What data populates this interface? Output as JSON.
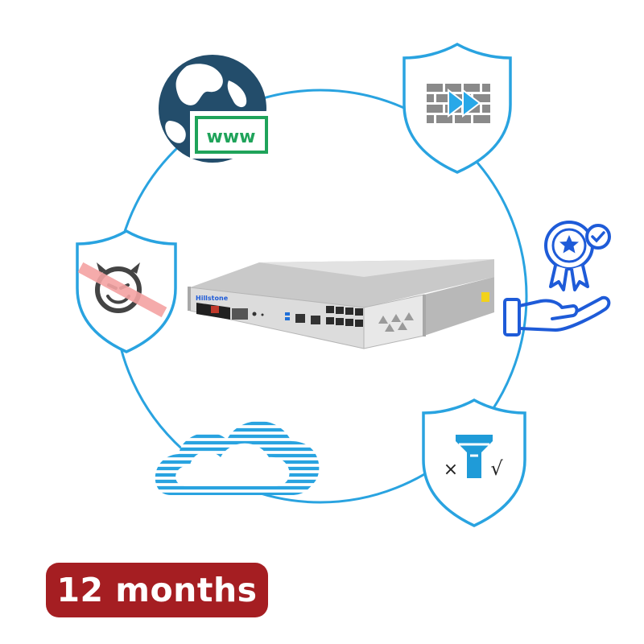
{
  "colors": {
    "accent_blue": "#29a3e0",
    "shield_fill": "#ffffff",
    "globe": "#234d6b",
    "www_green": "#1fa35a",
    "firewall_gray": "#8a8a8a",
    "arrow_blue": "#28a8e8",
    "devil": "#444444",
    "ban_red": "#f4a3a3",
    "award_blue": "#1e5bd8",
    "device_body": "#d9d9d9",
    "badge_bg": "#a51e22",
    "badge_text": "#ffffff"
  },
  "icons": [
    "globe-www-icon",
    "firewall-shield-icon",
    "blocked-threat-shield-icon",
    "award-hand-icon",
    "cloud-icon",
    "filter-shield-icon"
  ],
  "device": {
    "brand": "Hillstone"
  },
  "filter_shield": {
    "reject_mark": "×",
    "accept_mark": "√"
  },
  "globe_card": {
    "label": "www"
  },
  "badge": {
    "label": "12 months"
  }
}
